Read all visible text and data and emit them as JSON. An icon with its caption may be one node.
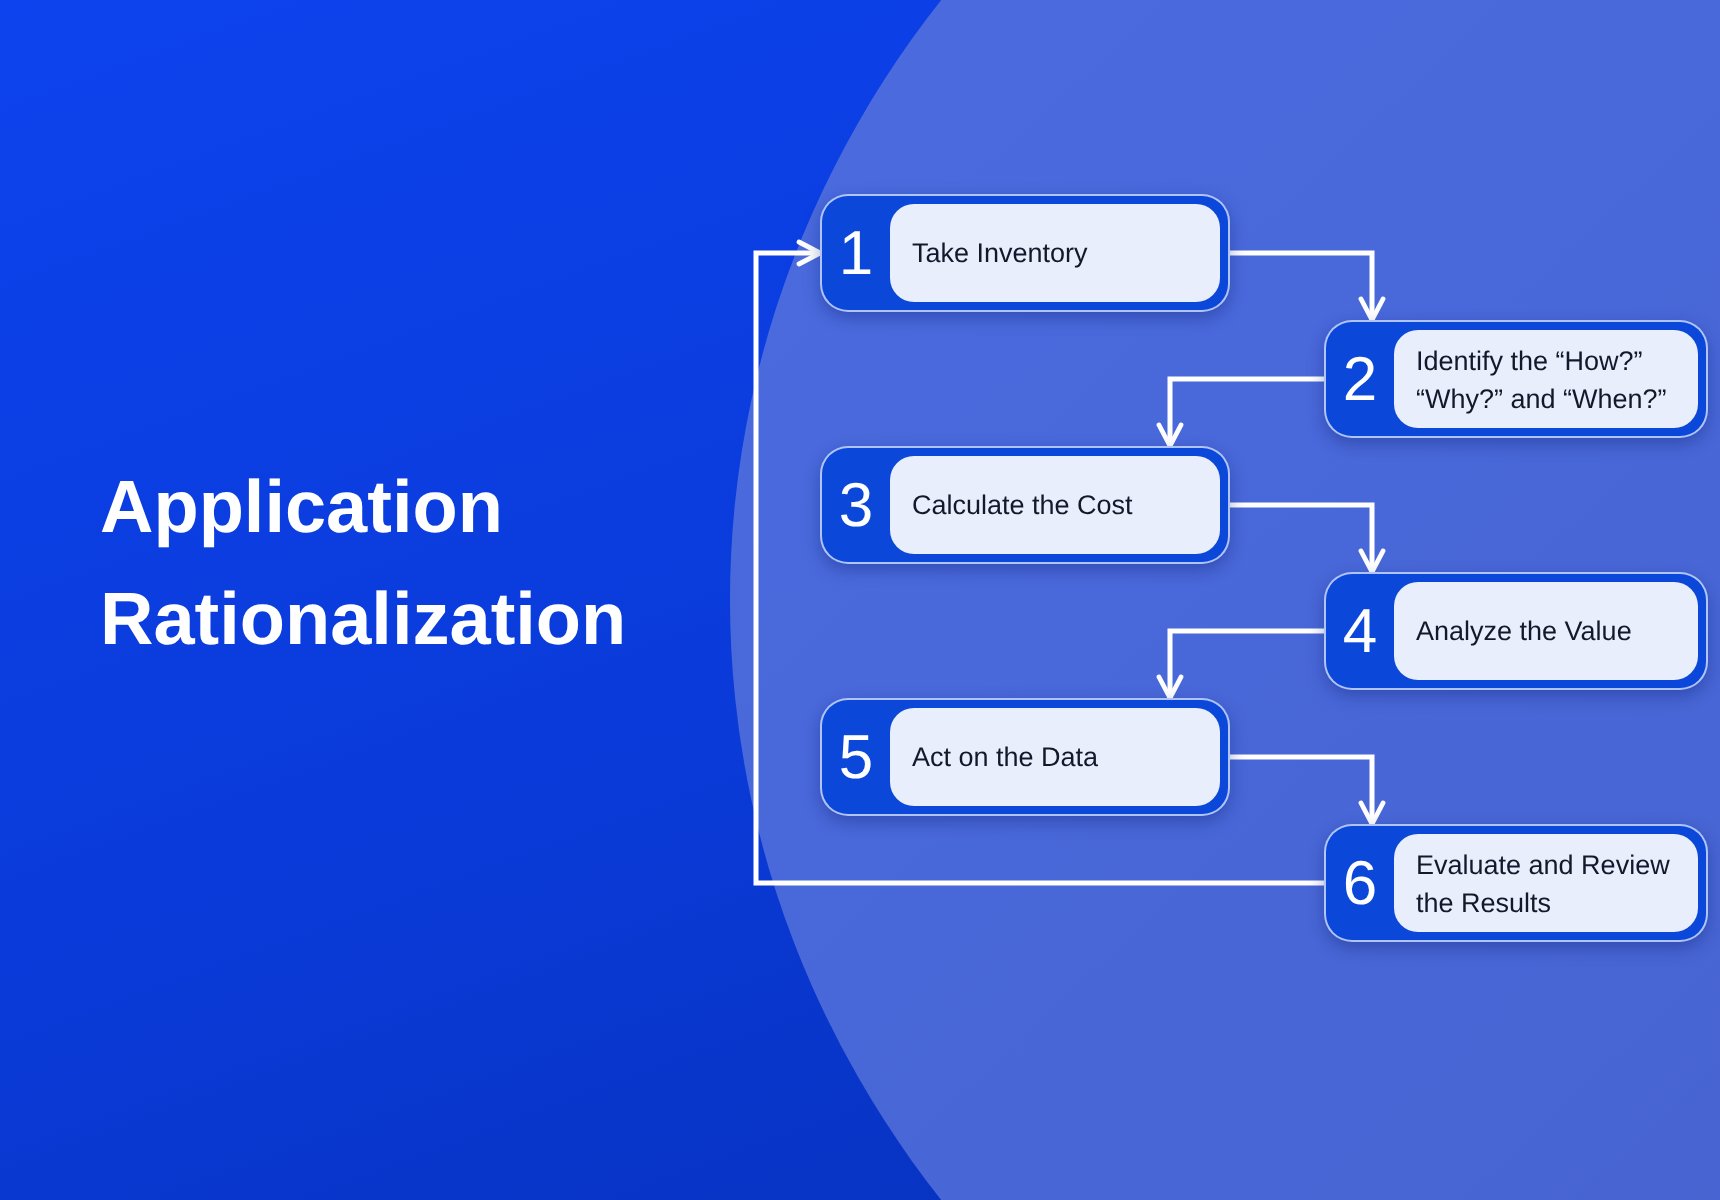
{
  "diagram": {
    "title": "Application Rationalization",
    "nodes": [
      {
        "text": [
          "1",
          "Take Inventory"
        ]
      },
      {
        "text": [
          "2",
          "Identify the “How?” “Why?” and “When?”"
        ]
      },
      {
        "text": [
          "3",
          "Calculate the Cost"
        ]
      },
      {
        "text": [
          "4",
          "Analyze the Value"
        ]
      },
      {
        "text": [
          "5",
          "Act on the Data"
        ]
      },
      {
        "text": [
          "6",
          "Evaluate and Review the Results"
        ]
      }
    ],
    "edges": [
      {
        "from": 0,
        "to": 1,
        "arrow": "to"
      },
      {
        "from": 1,
        "to": 2,
        "arrow": "to"
      },
      {
        "from": 2,
        "to": 3,
        "arrow": "to"
      },
      {
        "from": 3,
        "to": 4,
        "arrow": "to"
      },
      {
        "from": 4,
        "to": 5,
        "arrow": "to"
      },
      {
        "from": 5,
        "to": 0,
        "arrow": "to"
      }
    ]
  }
}
